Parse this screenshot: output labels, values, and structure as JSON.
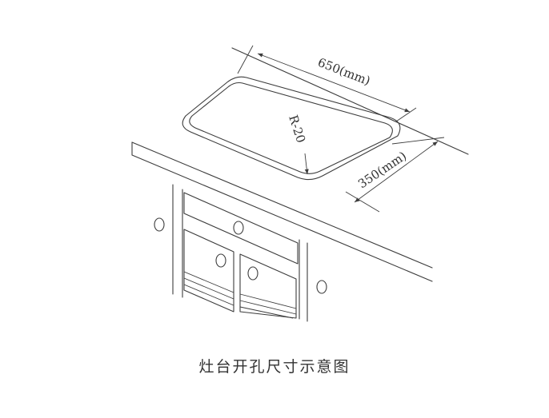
{
  "diagram": {
    "caption": "灶台开孔尺寸示意图",
    "dimensions": {
      "length": "650(mm)",
      "width": "350(mm)",
      "radius": "R-20"
    }
  }
}
